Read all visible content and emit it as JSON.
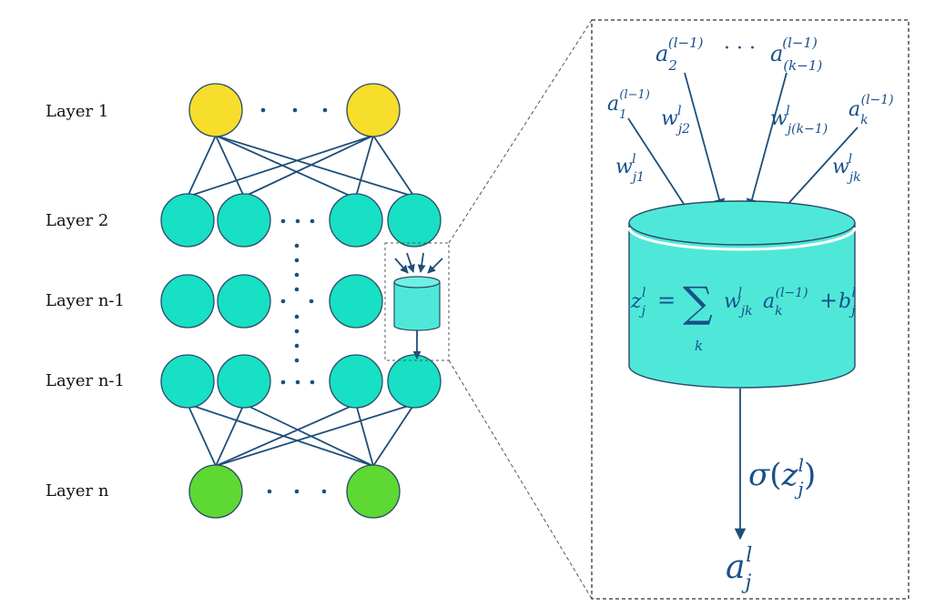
{
  "layers": [
    {
      "id": "layer-1",
      "label": "Layer 1",
      "color": "#f7dd2c",
      "node_count": 2,
      "ellipsis": true
    },
    {
      "id": "layer-2",
      "label": "Layer 2",
      "color": "#17e0c4",
      "node_count": 4,
      "ellipsis": true
    },
    {
      "id": "layer-n-1-a",
      "label": "Layer n-1",
      "color": "#17e0c4",
      "node_count": 3,
      "ellipsis": true
    },
    {
      "id": "layer-n-1-b",
      "label": "Layer n-1",
      "color": "#17e0c4",
      "node_count": 4,
      "ellipsis": true
    },
    {
      "id": "layer-n",
      "label": "Layer n",
      "color": "#5ed832",
      "node_count": 2,
      "ellipsis": true
    }
  ],
  "colors": {
    "edge": "#1f4e79",
    "math_text": "#1a4f8b",
    "neuron_fill": "#4fe8d8",
    "neuron_top": "#6ff0e2",
    "zoom_border": "#555555"
  },
  "neuron_detail": {
    "inputs": {
      "a1": {
        "base": "a",
        "sub": "1",
        "sup": "(l−1)"
      },
      "a2": {
        "base": "a",
        "sub": "2",
        "sup": "(l−1)"
      },
      "ak1": {
        "base": "a",
        "sub": "(k−1)",
        "sup": "(l−1)"
      },
      "ak": {
        "base": "a",
        "sub": "k",
        "sup": "(l−1)"
      },
      "dots": "· · ·"
    },
    "weights": {
      "wj1": {
        "base": "w",
        "sub": "j1",
        "sup": "l"
      },
      "wj2": {
        "base": "w",
        "sub": "j2",
        "sup": "l"
      },
      "wjk1": {
        "base": "w",
        "sub": "j(k−1)",
        "sup": "l"
      },
      "wjk": {
        "base": "w",
        "sub": "jk",
        "sup": "l"
      }
    },
    "equation": {
      "lhs": "z",
      "lhs_sub": "j",
      "lhs_sup": "l",
      "equals": "=",
      "sum": "∑",
      "sum_index": "k",
      "w": "w",
      "w_sub": "jk",
      "w_sup": "l",
      "a": "a",
      "a_sub": "k",
      "a_sup": "(l−1)",
      "plus": "+",
      "b": "b",
      "b_sub": "j",
      "b_sup": "l"
    },
    "activation": {
      "sigma": "σ",
      "open": "(",
      "z": "z",
      "z_sub": "j",
      "z_sup": "l",
      "close": ")"
    },
    "output": {
      "base": "a",
      "sub": "j",
      "sup": "l"
    }
  }
}
